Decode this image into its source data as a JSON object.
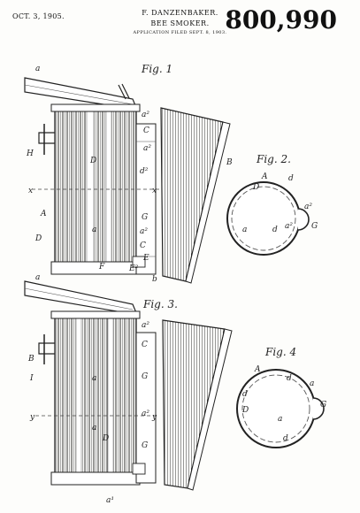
{
  "header": {
    "date": "OCT. 3, 1905.",
    "inventor": "F. DANZENBAKER.",
    "title": "BEE SMOKER.",
    "filed": "APPLICATION FILED SEPT. 8, 1903.",
    "patent_number": "800,990"
  },
  "figures": {
    "fig1": {
      "caption": "Fig. 1",
      "labels": [
        "a",
        "a²",
        "C",
        "a²",
        "B",
        "H",
        "D",
        "x",
        "x",
        "A",
        "D",
        "d²",
        "G",
        "a",
        "a²",
        "C",
        "E",
        "F",
        "E²",
        "b"
      ]
    },
    "fig2": {
      "caption": "Fig. 2.",
      "labels": [
        "A",
        "d",
        "D",
        "a",
        "d",
        "a²",
        "a²",
        "G"
      ]
    },
    "fig3": {
      "caption": "Fig. 3.",
      "labels": [
        "a",
        "a²",
        "C",
        "B",
        "I",
        "a",
        "G",
        "y",
        "y",
        "a",
        "D",
        "a²",
        "G",
        "a¹"
      ]
    },
    "fig4": {
      "caption": "Fig. 4",
      "labels": [
        "d",
        "a",
        "A",
        "d",
        "D",
        "a",
        "d",
        "G"
      ]
    }
  }
}
